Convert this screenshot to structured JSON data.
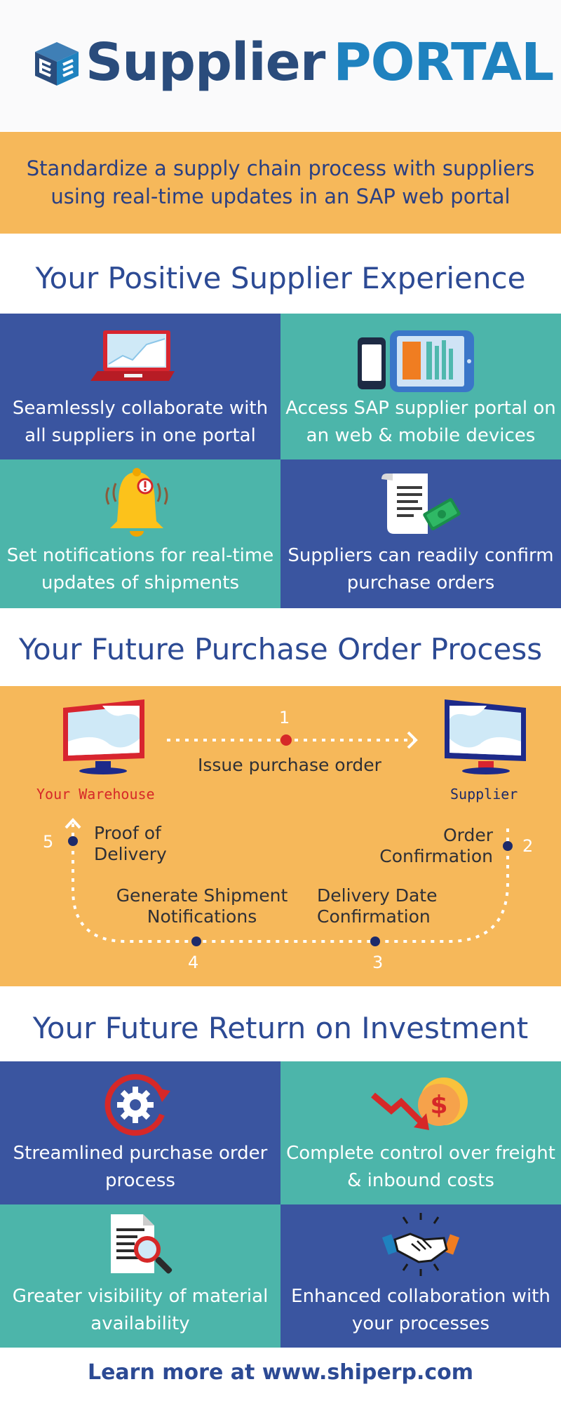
{
  "header": {
    "logo_word1": "Supplier",
    "logo_word2": "PORTAL"
  },
  "tagline": "Standardize a supply chain process with suppliers using real-time updates in an SAP web portal",
  "experience": {
    "title": "Your Positive Supplier Experience",
    "tiles": [
      {
        "text": "Seamlessly collaborate with all suppliers in one portal",
        "icon": "laptop-chart-icon"
      },
      {
        "text": "Access SAP supplier portal on an web & mobile devices",
        "icon": "mobile-tablet-icon"
      },
      {
        "text": "Set notifications for real-time updates of shipments",
        "icon": "alert-bell-icon"
      },
      {
        "text": "Suppliers can readily confirm purchase orders",
        "icon": "invoice-money-icon"
      }
    ]
  },
  "process": {
    "title": "Your Future Purchase Order Process",
    "warehouse_label": "Your Warehouse",
    "supplier_label": "Supplier",
    "steps": [
      {
        "num": "1",
        "label": "Issue purchase order"
      },
      {
        "num": "2",
        "label": "Order Confirmation"
      },
      {
        "num": "3",
        "label": "Delivery Date Confirmation"
      },
      {
        "num": "4",
        "label": "Generate Shipment Notifications"
      },
      {
        "num": "5",
        "label": "Proof of Delivery"
      }
    ]
  },
  "roi": {
    "title": "Your Future Return on Investment",
    "tiles": [
      {
        "text": "Streamlined purchase order process",
        "icon": "gear-cycle-icon"
      },
      {
        "text": "Complete control over freight & inbound costs",
        "icon": "cost-decline-icon"
      },
      {
        "text": "Greater visibility of material availability",
        "icon": "document-search-icon"
      },
      {
        "text": "Enhanced collaboration with your processes",
        "icon": "handshake-icon"
      }
    ]
  },
  "footer": {
    "text": "Learn more at www.shiperp.com"
  },
  "colors": {
    "navy": "#2a4c7c",
    "brand_blue": "#1f82bf",
    "orange": "#f6b85a",
    "tile_blue": "#3a55a0",
    "tile_teal": "#4cb5aa",
    "heading_blue": "#2c4a94",
    "warehouse_red": "#d62828"
  }
}
